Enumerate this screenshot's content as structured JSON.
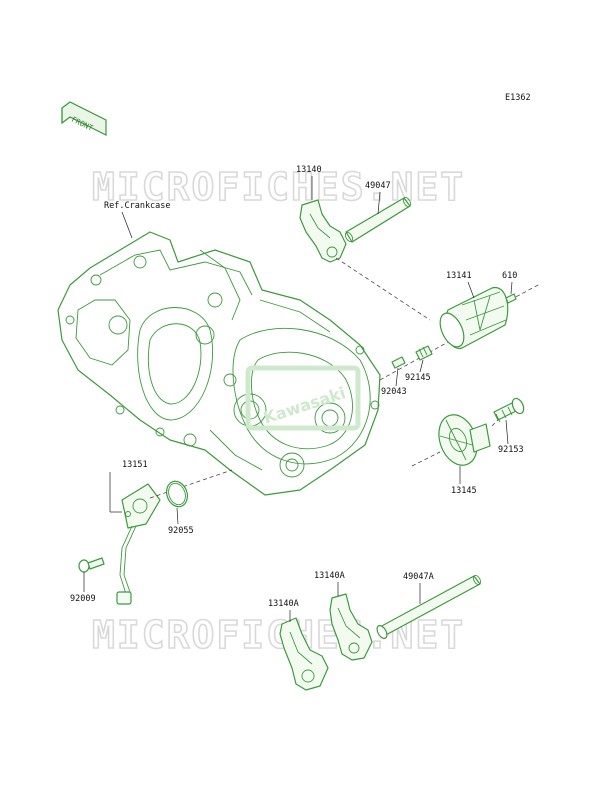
{
  "diagram_code": "E1362",
  "front_label": "FRONT",
  "ref_label": "Ref.Crankcase",
  "watermark": "MICROFICHES.NET",
  "brand_logo_text": "Kawasaki",
  "parts": {
    "p13140": "13140",
    "p49047": "49047",
    "p13141": "13141",
    "p610": "610",
    "p92145": "92145",
    "p92043": "92043",
    "p92153": "92153",
    "p13145": "13145",
    "p13151": "13151",
    "p92055": "92055",
    "p92009": "92009",
    "p13140A_right": "13140A",
    "p13140A_left": "13140A",
    "p49047A": "49047A"
  }
}
